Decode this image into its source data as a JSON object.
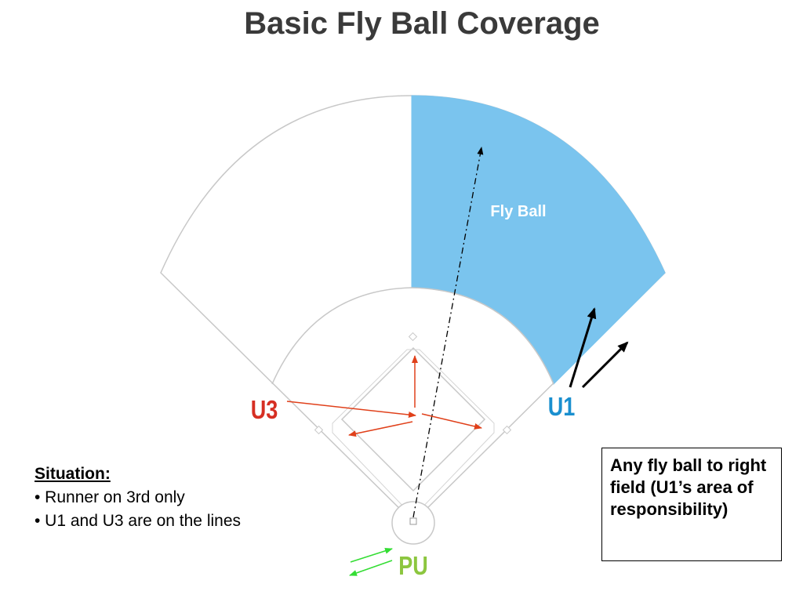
{
  "title": "Basic Fly Ball Coverage",
  "zone_label": "Fly Ball",
  "umpires": {
    "u3": {
      "label": "U3",
      "color": "#d62f23"
    },
    "u1": {
      "label": "U1",
      "color": "#1a8fcf"
    },
    "pu": {
      "label": "PU",
      "color": "#8cc63f"
    }
  },
  "situation": {
    "heading": "Situation:",
    "bullets": [
      "• Runner on 3rd only",
      "• U1 and U3 are on the lines"
    ]
  },
  "note": "Any fly ball to right field (U1’s area of responsibility)",
  "colors": {
    "fly_ball_zone": "#7ac4ee",
    "infield_arrows": "#e0401a",
    "pu_arrows": "#33dd33",
    "field_lines": "#c8c8c8"
  }
}
